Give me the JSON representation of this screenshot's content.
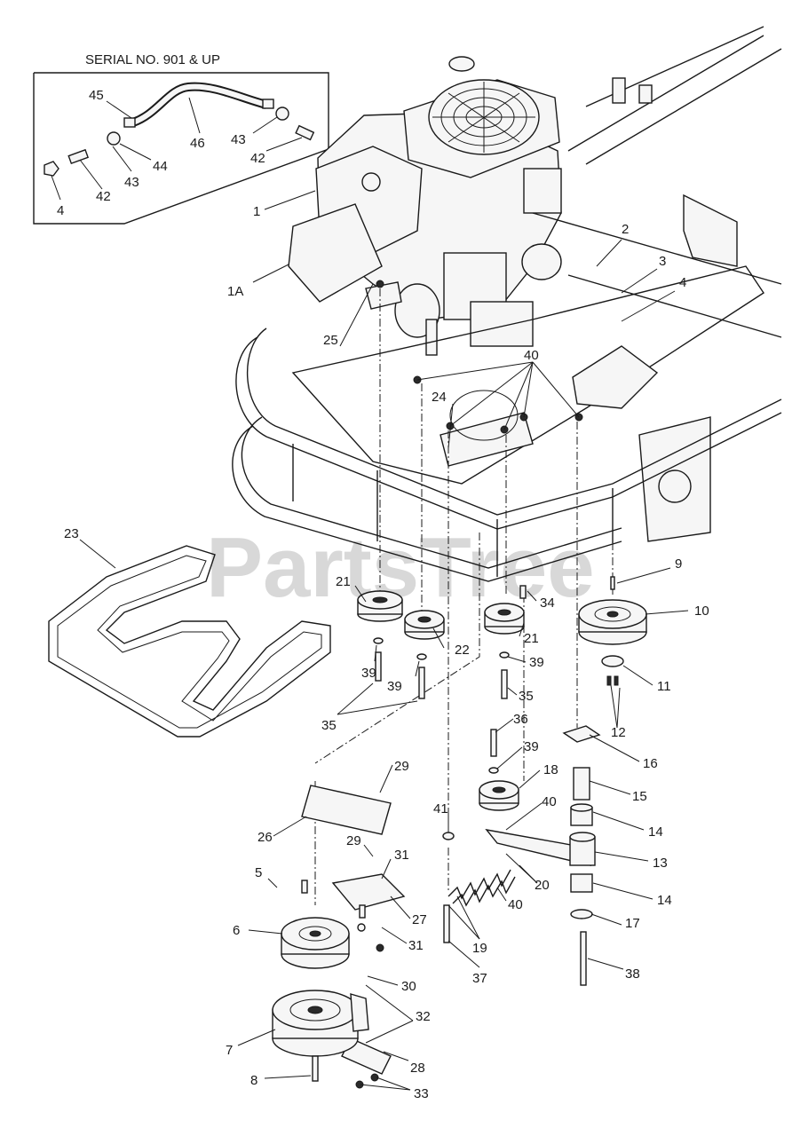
{
  "inset": {
    "title": "SERIAL NO. 901 & UP"
  },
  "watermark": "PartsTree",
  "callouts": [
    {
      "id": "c45",
      "text": "45"
    },
    {
      "id": "c46",
      "text": "46"
    },
    {
      "id": "c43a",
      "text": "43"
    },
    {
      "id": "c44",
      "text": "44"
    },
    {
      "id": "c43b",
      "text": "43"
    },
    {
      "id": "c42a",
      "text": "42"
    },
    {
      "id": "c4a",
      "text": "4"
    },
    {
      "id": "c42b",
      "text": "42"
    },
    {
      "id": "c1",
      "text": "1"
    },
    {
      "id": "c1A",
      "text": "1A"
    },
    {
      "id": "c2",
      "text": "2"
    },
    {
      "id": "c3",
      "text": "3"
    },
    {
      "id": "c4b",
      "text": "4"
    },
    {
      "id": "c25",
      "text": "25"
    },
    {
      "id": "c40a",
      "text": "40"
    },
    {
      "id": "c24",
      "text": "24"
    },
    {
      "id": "c23",
      "text": "23"
    },
    {
      "id": "c9",
      "text": "9"
    },
    {
      "id": "c21a",
      "text": "21"
    },
    {
      "id": "c34",
      "text": "34"
    },
    {
      "id": "c10",
      "text": "10"
    },
    {
      "id": "c22",
      "text": "22"
    },
    {
      "id": "c21b",
      "text": "21"
    },
    {
      "id": "c39a",
      "text": "39"
    },
    {
      "id": "c39b",
      "text": "39"
    },
    {
      "id": "c39c",
      "text": "39"
    },
    {
      "id": "c11",
      "text": "11"
    },
    {
      "id": "c35a",
      "text": "35"
    },
    {
      "id": "c35b",
      "text": "35"
    },
    {
      "id": "c12",
      "text": "12"
    },
    {
      "id": "c36",
      "text": "36"
    },
    {
      "id": "c16",
      "text": "16"
    },
    {
      "id": "c39d",
      "text": "39"
    },
    {
      "id": "c29a",
      "text": "29"
    },
    {
      "id": "c18",
      "text": "18"
    },
    {
      "id": "c15",
      "text": "15"
    },
    {
      "id": "c41",
      "text": "41"
    },
    {
      "id": "c40b",
      "text": "40"
    },
    {
      "id": "c26",
      "text": "26"
    },
    {
      "id": "c14a",
      "text": "14"
    },
    {
      "id": "c29b",
      "text": "29"
    },
    {
      "id": "c31a",
      "text": "31"
    },
    {
      "id": "c13",
      "text": "13"
    },
    {
      "id": "c5",
      "text": "5"
    },
    {
      "id": "c20",
      "text": "20"
    },
    {
      "id": "c40c",
      "text": "40"
    },
    {
      "id": "c14b",
      "text": "14"
    },
    {
      "id": "c27",
      "text": "27"
    },
    {
      "id": "c6",
      "text": "6"
    },
    {
      "id": "c19",
      "text": "19"
    },
    {
      "id": "c17",
      "text": "17"
    },
    {
      "id": "c31b",
      "text": "31"
    },
    {
      "id": "c37",
      "text": "37"
    },
    {
      "id": "c38",
      "text": "38"
    },
    {
      "id": "c30",
      "text": "30"
    },
    {
      "id": "c32",
      "text": "32"
    },
    {
      "id": "c7",
      "text": "7"
    },
    {
      "id": "c28",
      "text": "28"
    },
    {
      "id": "c8",
      "text": "8"
    },
    {
      "id": "c33",
      "text": "33"
    }
  ]
}
